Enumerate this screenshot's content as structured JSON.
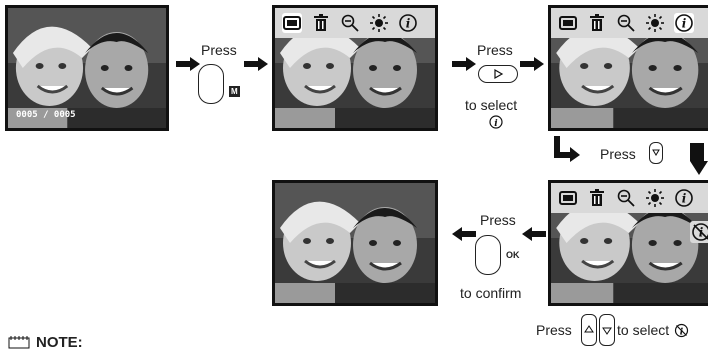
{
  "screens": {
    "playback": {
      "counter": "0005 / 0005"
    }
  },
  "steps": {
    "press_label": "Press",
    "menu_key": "M",
    "to_select": "to select",
    "ok_key": "OK",
    "to_confirm": "to confirm",
    "press_select_prefix": "Press",
    "press_select_suffix": "to select"
  },
  "note": {
    "title": "NOTE:"
  },
  "icons": [
    "display-mode-icon",
    "trash-icon",
    "zoom-out-icon",
    "brightness-icon",
    "info-icon",
    "info-off-icon"
  ]
}
